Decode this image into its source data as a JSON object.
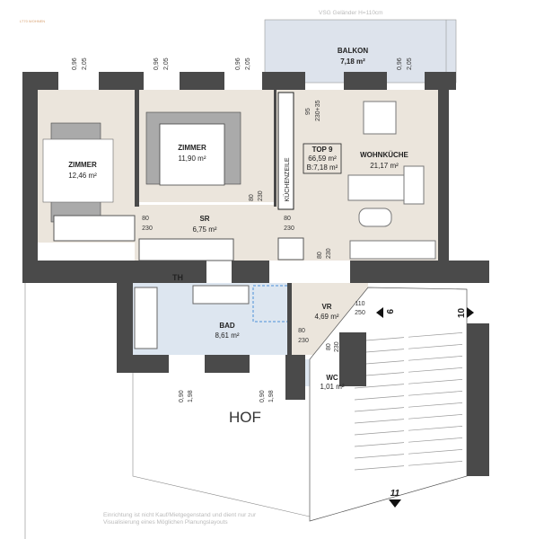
{
  "header": {
    "railing_note": "VSG Geländer H=110cm"
  },
  "logo": {
    "text": "LT70 WOHNEN"
  },
  "rooms": {
    "balkon": {
      "name": "BALKON",
      "area": "7,18 m²"
    },
    "zimmer1": {
      "name": "ZIMMER",
      "area": "12,46 m²"
    },
    "zimmer2": {
      "name": "ZIMMER",
      "area": "11,90 m²"
    },
    "kuechenzeile": {
      "name": "KÜCHENZEILE"
    },
    "wohnkueche": {
      "name": "WOHNKÜCHE",
      "area": "21,17 m²"
    },
    "sr": {
      "name": "SR",
      "area": "6,75 m²"
    },
    "bad": {
      "name": "BAD",
      "area": "8,61 m²"
    },
    "vr": {
      "name": "VR",
      "area": "4,69 m²"
    },
    "wc": {
      "name": "WC",
      "area": "1,01 m²"
    },
    "th": {
      "name": "TH"
    },
    "hof": {
      "name": "HOF"
    }
  },
  "unit": {
    "title": "TOP 9",
    "area": "66,59 m²",
    "balcony": "B:7,18 m²"
  },
  "windows_top": [
    {
      "w": "0,96",
      "h": "2,05"
    },
    {
      "w": "0,96",
      "h": "2,05"
    },
    {
      "w": "0,96",
      "h": "2,05"
    },
    {
      "w": "0,96",
      "h": "2,05"
    }
  ],
  "windows_bottom": [
    {
      "w": "0,90",
      "h": "1,98"
    },
    {
      "w": "0,90",
      "h": "1,98"
    }
  ],
  "doors": {
    "balkon": {
      "w": "95",
      "h": "230+35"
    },
    "zimmer2": {
      "w": "80",
      "h": "230"
    },
    "sr_left": {
      "w": "80",
      "h": "230"
    },
    "sr_right": {
      "w": "80",
      "h": "230"
    },
    "kueche": {
      "w": "80",
      "h": "230"
    },
    "entry": {
      "w": "110",
      "h": "250"
    },
    "bad": {
      "w": "80",
      "h": "230"
    },
    "wc": {
      "w": "80",
      "h": "230"
    }
  },
  "neighbors": {
    "top9": "9",
    "top10": "10",
    "top11": "11"
  },
  "disclaimer": {
    "line1": "Einrichtung ist nicht Kauf/Mietgegenstand und dient nur zur",
    "line2": "Visualisierung eines Möglichen Planungslayouts"
  },
  "colors": {
    "wall": "#4a4a4a",
    "floor": "#ebe5dc",
    "wet": "#dde6f0",
    "balcony": "#dde3ec"
  }
}
